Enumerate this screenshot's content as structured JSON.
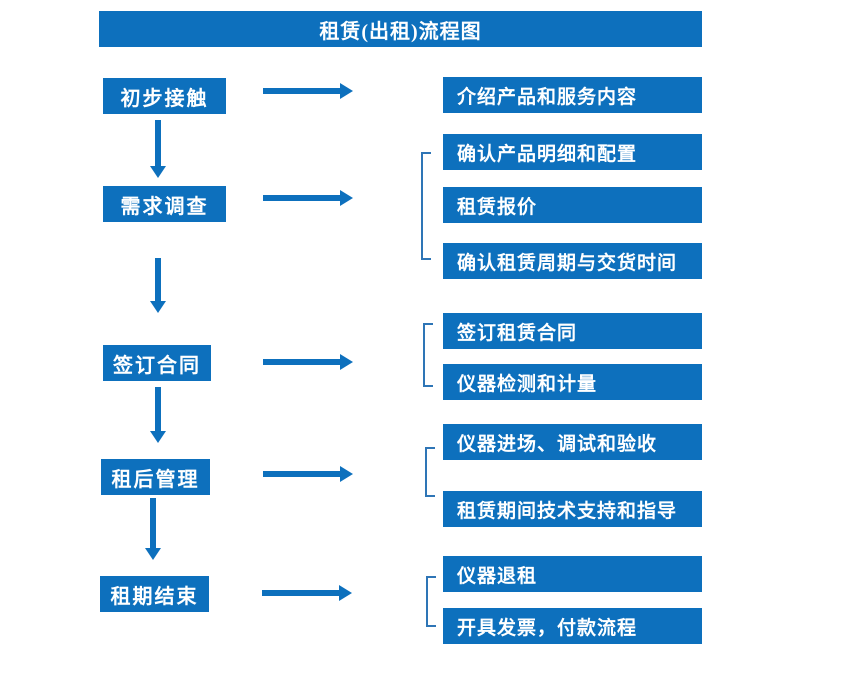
{
  "title": "租赁(出租)流程图",
  "colors": {
    "primary": "#0d70bd",
    "bracket": "#2e75b6",
    "text_on_primary": "#ffffff",
    "background": "#ffffff"
  },
  "steps": [
    {
      "label": "初步接触",
      "outputs": [
        "介绍产品和服务内容"
      ]
    },
    {
      "label": "需求调查",
      "outputs": [
        "确认产品明细和配置",
        "租赁报价",
        "确认租赁周期与交货时间"
      ]
    },
    {
      "label": "签订合同",
      "outputs": [
        "签订租赁合同",
        "仪器检测和计量"
      ]
    },
    {
      "label": "租后管理",
      "outputs": [
        "仪器进场、调试和验收",
        "租赁期间技术支持和指导"
      ]
    },
    {
      "label": "租期结束",
      "outputs": [
        "仪器退租",
        "开具发票，付款流程"
      ]
    }
  ]
}
